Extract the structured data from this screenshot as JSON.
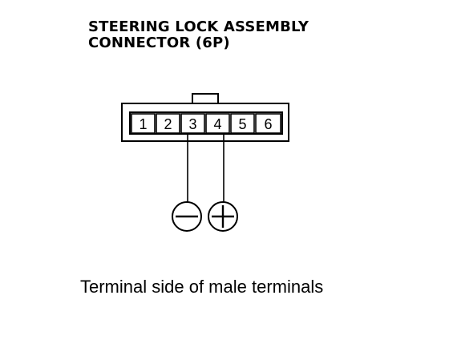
{
  "title": {
    "line1": "STEERING LOCK ASSEMBLY",
    "line2": "CONNECTOR (6P)"
  },
  "connector": {
    "pins": [
      "1",
      "2",
      "3",
      "4",
      "5",
      "6"
    ]
  },
  "probes": {
    "negative": "minus-symbol",
    "positive": "plus-symbol"
  },
  "caption": "Terminal side of male terminals"
}
